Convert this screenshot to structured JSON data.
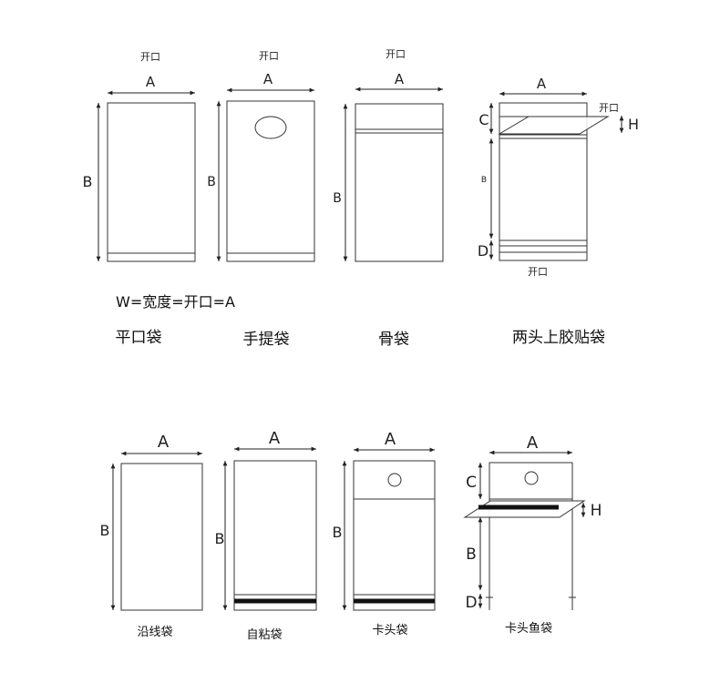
{
  "labels": {
    "opening": "开口",
    "A": "A",
    "B": "B",
    "C": "C",
    "D": "D",
    "H": "H",
    "formula": "W=宽度=开口=A"
  },
  "bags": {
    "flat": "平口袋",
    "handle": "手提袋",
    "gusset": "骨袋",
    "double_tape": "两头上胶贴袋",
    "edge_seal": "沿线袋",
    "self_adhesive": "自粘袋",
    "header": "卡头袋",
    "header_fish": "卡头鱼袋"
  }
}
